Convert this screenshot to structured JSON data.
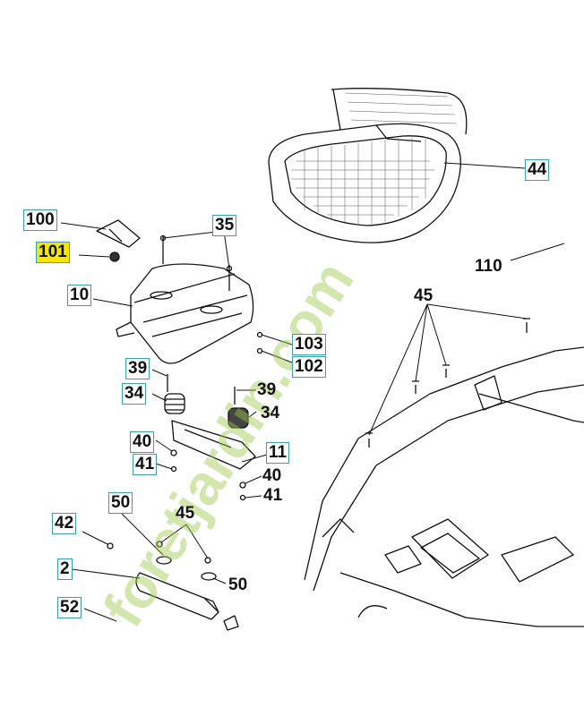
{
  "watermark": {
    "text": "foretjardin.com",
    "color_main": "#9cc84a",
    "color_accent": "#f08a1c"
  },
  "colors": {
    "line": "#111111",
    "callout_border": "#3aa0b0",
    "highlight": "#f4e800"
  },
  "callouts": {
    "c100": "100",
    "c101": "101",
    "c10": "10",
    "c35": "35",
    "c44": "44",
    "c110": "110",
    "c45_top": "45",
    "c103": "103",
    "c102": "102",
    "c39_left": "39",
    "c34_left": "34",
    "c39_right": "39",
    "c34_right": "34",
    "c40_left": "40",
    "c41_left": "41",
    "c11": "11",
    "c40_right": "40",
    "c41_right": "41",
    "c50_top": "50",
    "c42": "42",
    "c45_bottom": "45",
    "c2": "2",
    "c50_bottom": "50",
    "c52": "52"
  }
}
